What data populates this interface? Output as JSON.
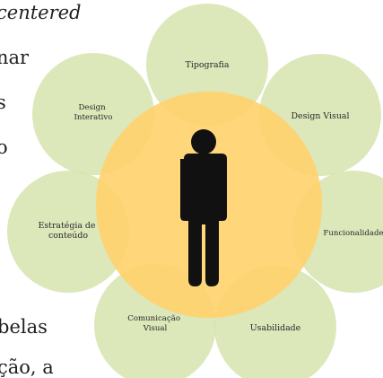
{
  "background_text": {
    "lines": [
      "centered",
      "nar",
      "s",
      "o",
      "belas",
      "ção, a"
    ]
  },
  "diagram": {
    "center_icon": "person-icon",
    "colors": {
      "petal_fill": "#d7e4b1",
      "petal_fill_opacity": 0.88,
      "center_fill": "#ffd36e",
      "center_opacity": 0.92,
      "person": "#111111"
    },
    "petals": [
      {
        "id": "tipografia",
        "lines": [
          "Tipografia"
        ]
      },
      {
        "id": "design-visual",
        "lines": [
          "Design Visual"
        ]
      },
      {
        "id": "funcionalidade",
        "lines": [
          "Funcionalidade"
        ]
      },
      {
        "id": "usabilidade",
        "lines": [
          "Usabilidade"
        ]
      },
      {
        "id": "comunicacao-visual",
        "lines": [
          "Comunicação",
          "Visual"
        ]
      },
      {
        "id": "estrategia-de-conteudo",
        "lines": [
          "Estratégia de",
          "conteúdo"
        ]
      },
      {
        "id": "design-interativo",
        "lines": [
          "Design",
          "Interativo"
        ]
      }
    ]
  }
}
